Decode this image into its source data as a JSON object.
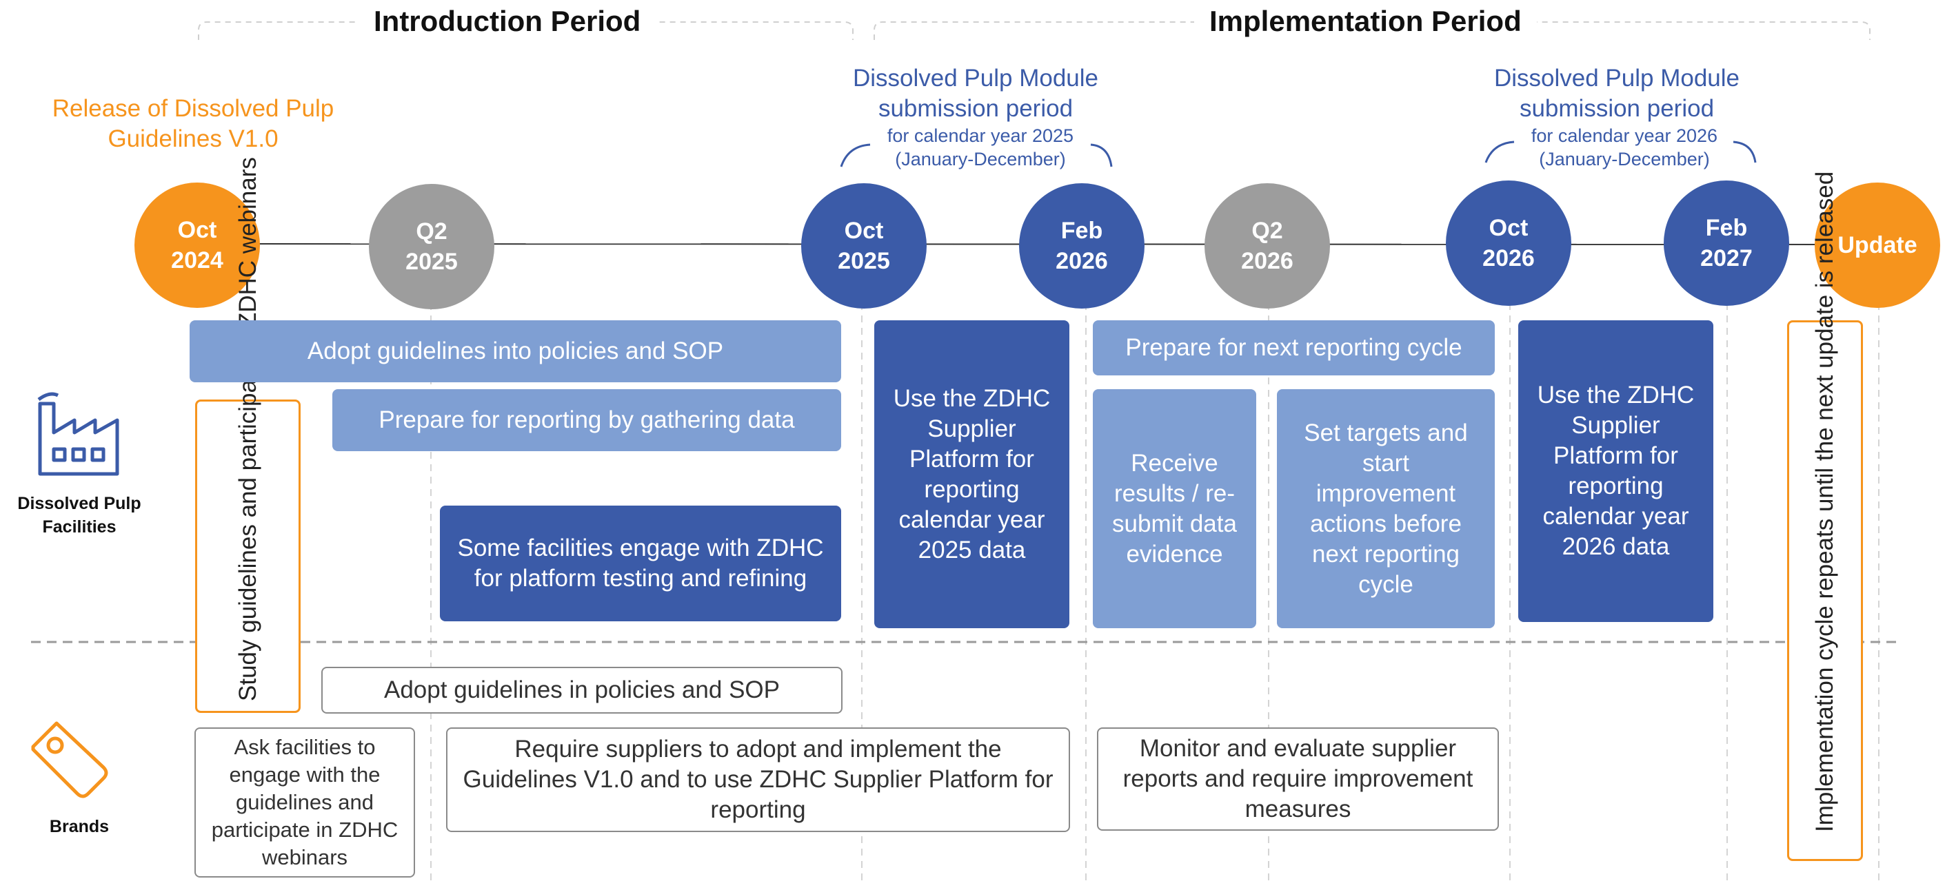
{
  "periods": {
    "introduction": "Introduction Period",
    "implementation": "Implementation Period"
  },
  "annotations": {
    "release": "Release of Dissolved Pulp Guidelines V1.0",
    "submission_2025": {
      "title": "Dissolved Pulp Module submission period",
      "sub": "for calendar year 2025 (January-December)"
    },
    "submission_2026": {
      "title": "Dissolved Pulp Module submission period",
      "sub": "for calendar year 2026 (January-December)"
    }
  },
  "milestones": [
    {
      "line1": "Oct",
      "line2": "2024",
      "color": "#f6941d"
    },
    {
      "line1": "Q2",
      "line2": "2025",
      "color": "#9d9d9d"
    },
    {
      "line1": "Oct",
      "line2": "2025",
      "color": "#3b5ba8"
    },
    {
      "line1": "Feb",
      "line2": "2026",
      "color": "#3b5ba8"
    },
    {
      "line1": "Q2",
      "line2": "2026",
      "color": "#9d9d9d"
    },
    {
      "line1": "Oct",
      "line2": "2026",
      "color": "#3b5ba8"
    },
    {
      "line1": "Feb",
      "line2": "2027",
      "color": "#3b5ba8"
    },
    {
      "line1": "Update",
      "line2": "",
      "color": "#f6941d"
    }
  ],
  "rows": {
    "facilities": "Dissolved Pulp Facilities",
    "brands": "Brands"
  },
  "facilities": {
    "study": "Study guidelines and participate in ZDHC webinars",
    "adopt": "Adopt guidelines into policies and SOP",
    "prepare": "Prepare for reporting by gathering data",
    "engage": "Some facilities engage with ZDHC for platform testing and refining",
    "use_2025": "Use the ZDHC Supplier Platform for reporting calendar year 2025 data",
    "prepare_next": "Prepare for next reporting cycle",
    "receive": "Receive results / re-submit data evidence",
    "targets": "Set targets and start improvement actions before next reporting cycle",
    "use_2026": "Use the ZDHC Supplier Platform for reporting calendar year 2026 data",
    "repeat": "Implementation cycle repeats until the next update is released"
  },
  "brands": {
    "adopt": "Adopt guidelines in policies and SOP",
    "ask": "Ask facilities to engage with the guidelines and participate in ZDHC webinars",
    "require": "Require suppliers to adopt and implement the Guidelines V1.0 and to use ZDHC Supplier Platform for reporting",
    "monitor": "Monitor and evaluate supplier reports and require improvement measures"
  },
  "colors": {
    "orange": "#f6941d",
    "blue_dark": "#3b5ba8",
    "blue_light": "#7f9fd3",
    "gray": "#9d9d9d"
  },
  "icons": [
    "factory-icon",
    "tag-icon"
  ]
}
